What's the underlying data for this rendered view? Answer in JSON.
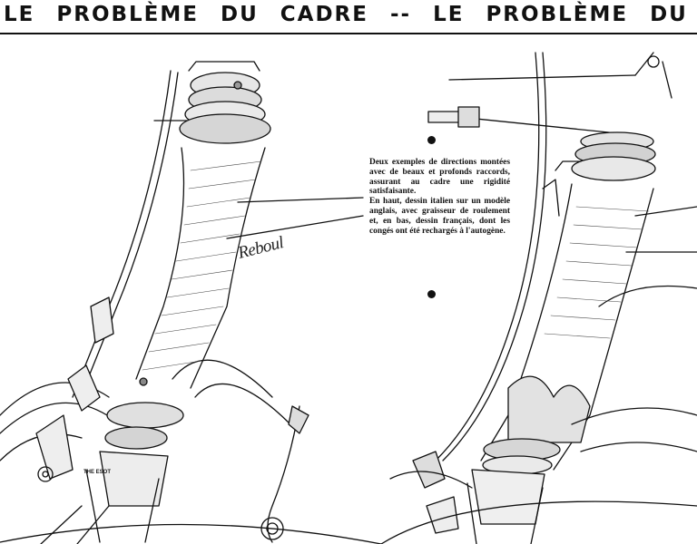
{
  "header": {
    "running_title": "LE PROBLÈME DU CADRE -- LE PROBLÈME DU CADRE"
  },
  "caption": {
    "paragraph_1": "Deux exemples de directions montées avec de beaux et profonds raccords, assurant au cadre une rigidité satisfaisante.",
    "paragraph_2": "En haut, dessin italien sur un modèle anglais, avec graisseur de roulement et, en bas, dessin français, dont les congés ont été rechargés à l'autogène."
  },
  "illustration": {
    "signature": "Reboul",
    "fork_label": "THE ESOT"
  }
}
